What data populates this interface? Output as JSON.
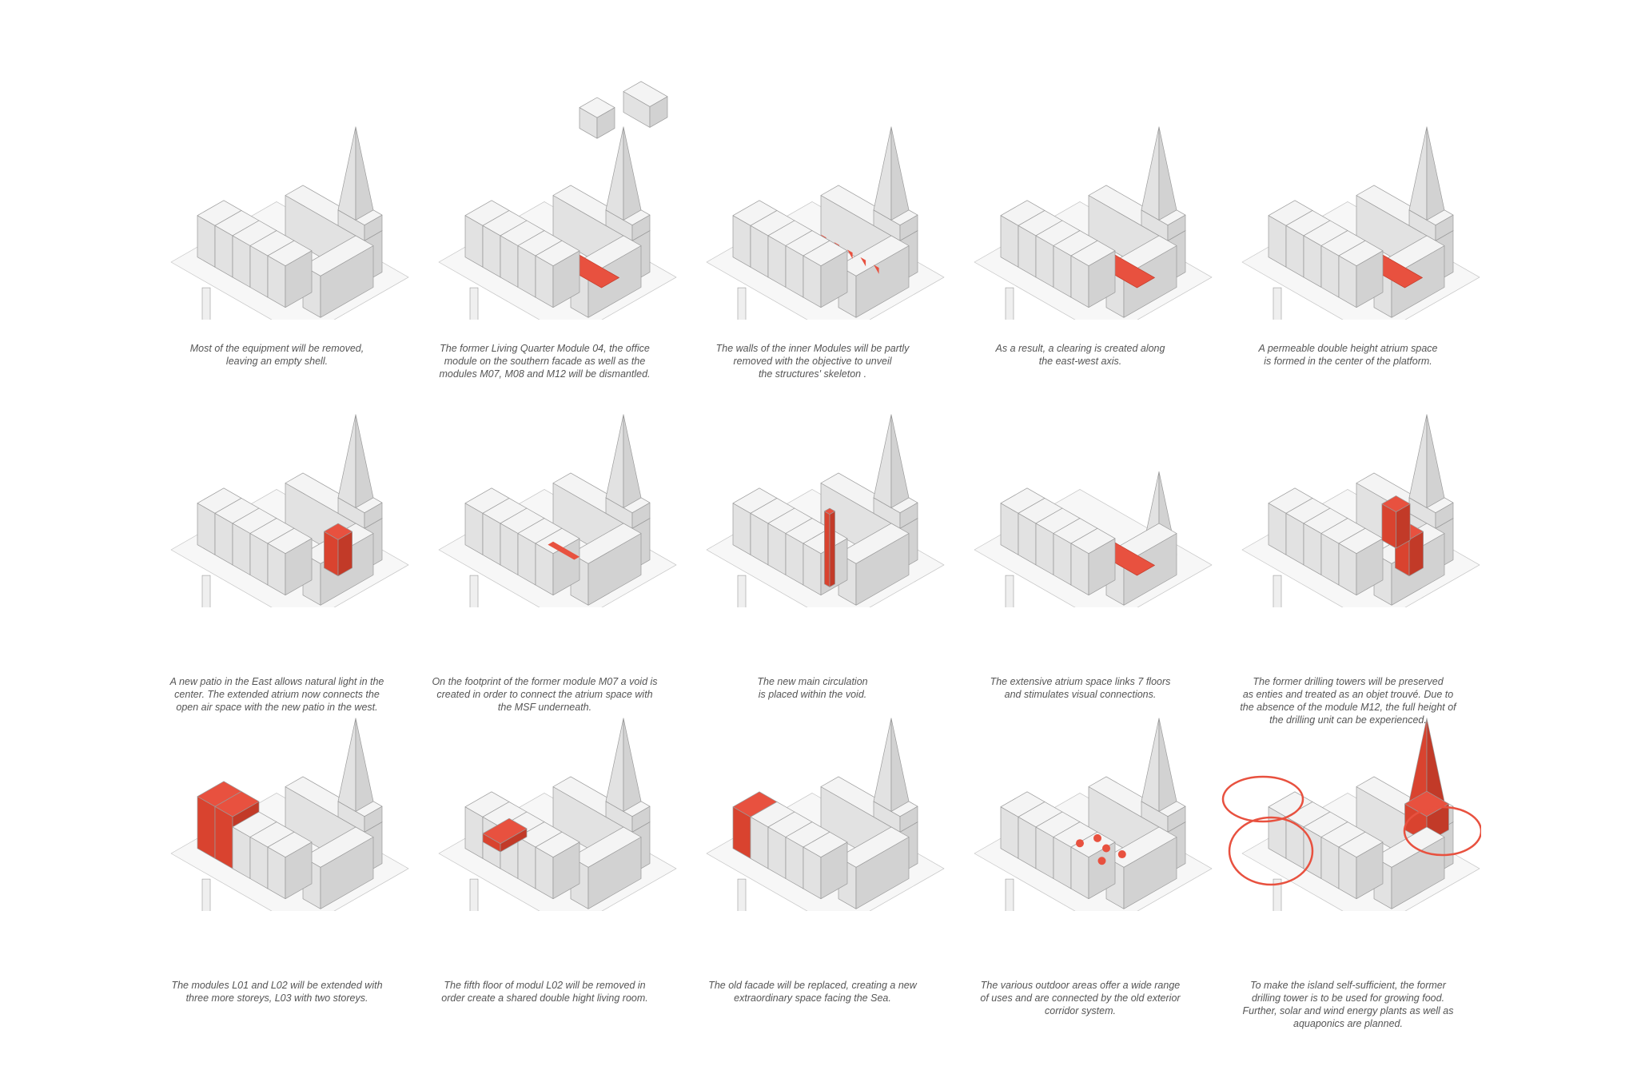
{
  "colors": {
    "accent": "#e8513f",
    "line": "#9a9a9a",
    "face_top": "#f4f4f4",
    "face_left": "#e2e2e2",
    "face_right": "#d2d2d2"
  },
  "steps": [
    {
      "caption": "Most of the equipment will be removed,\nleaving an empty shell.",
      "highlight": "none"
    },
    {
      "caption": "The former Living Quarter Module 04, the office\nmodule on the southern facade as well as the\nmodules M07, M08  and M12 will be dismantled.",
      "highlight": "dismantle"
    },
    {
      "caption": "The walls of the inner Modules will be partly\nremoved with the objective to unveil\nthe structures' skeleton .",
      "highlight": "walls"
    },
    {
      "caption": "As a result, a clearing is created along\nthe east-west axis.",
      "highlight": "clearing"
    },
    {
      "caption": "A permeable double height atrium space\nis formed in the center of the platform.",
      "highlight": "atrium"
    },
    {
      "caption": "A new patio in the East allows natural light in the\ncenter. The extended atrium now connects the\nopen air space with the new patio in the west.",
      "highlight": "patio"
    },
    {
      "caption": "On the footprint of the former module M07 a void is\ncreated in order to connect the atrium space with\nthe MSF underneath.",
      "highlight": "void"
    },
    {
      "caption": "The new main circulation\nis placed within the void.",
      "highlight": "circulation"
    },
    {
      "caption": "The extensive atrium space links 7 floors\nand stimulates visual connections.",
      "highlight": "links"
    },
    {
      "caption": "The former drilling towers will be preserved\nas enties and treated as an objet trouvé. Due to\nthe absence of the module M12, the full height of\nthe drilling unit can be experienced.",
      "highlight": "towers"
    },
    {
      "caption": "The modules L01 and L02 will be extended with\nthree more storeys, L03 with two storeys.",
      "highlight": "extend"
    },
    {
      "caption": "The fifth floor of modul L02 will be removed in\norder create a shared  double hight living room.",
      "highlight": "living"
    },
    {
      "caption": "The old facade will be replaced, creating a new\nextraordinary space facing the Sea.",
      "highlight": "facade"
    },
    {
      "caption": "The various outdoor areas offer a wide range\nof uses and are connected by the old exterior\ncorridor system.",
      "highlight": "outdoor"
    },
    {
      "caption": "To make the island self-sufficient, the former\ndrilling tower is to be used for growing food.\nFurther, solar and wind energy plants as well as\naquaponics are planned.",
      "highlight": "selfsufficient"
    }
  ]
}
